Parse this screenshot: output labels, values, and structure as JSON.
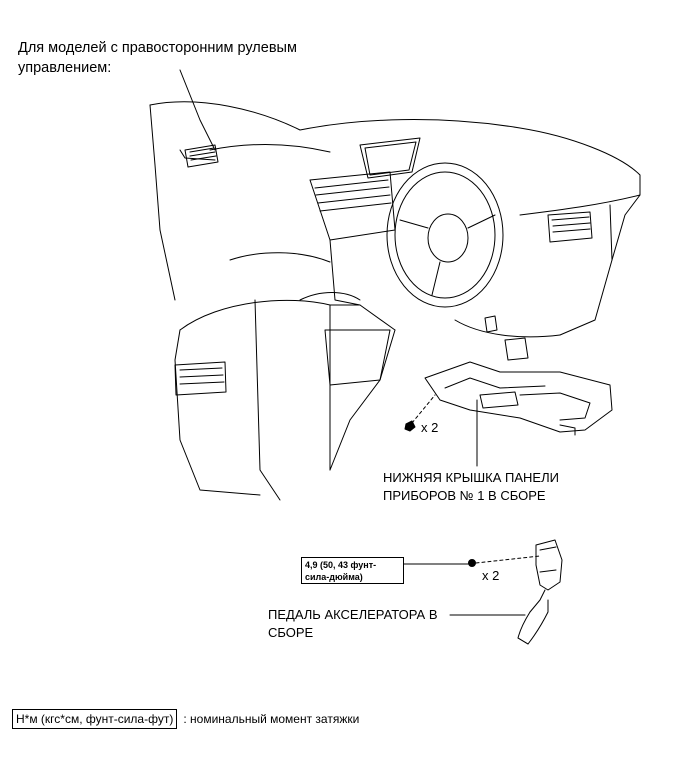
{
  "heading": {
    "line1": "Для моделей с правосторонним рулевым",
    "line2": "управлением:"
  },
  "callouts": {
    "cover_qty": "x 2",
    "cover_label_line1": "НИЖНЯЯ КРЫШКА ПАНЕЛИ",
    "cover_label_line2": "ПРИБОРОВ № 1 В СБОРЕ",
    "torque_line1": "4,9 (50, 43 фунт-",
    "torque_line2": "сила-дюйма)",
    "pedal_qty": "x 2",
    "pedal_label_line1": "ПЕДАЛЬ АКСЕЛЕРАТОРА В",
    "pedal_label_line2": "СБОРЕ"
  },
  "legend": {
    "box_text": "Н*м (кгс*см, фунт-сила-фут)",
    "description": ": номинальный момент затяжки"
  },
  "icons": {
    "bolt": "bolt-icon",
    "nut": "nut-icon"
  }
}
